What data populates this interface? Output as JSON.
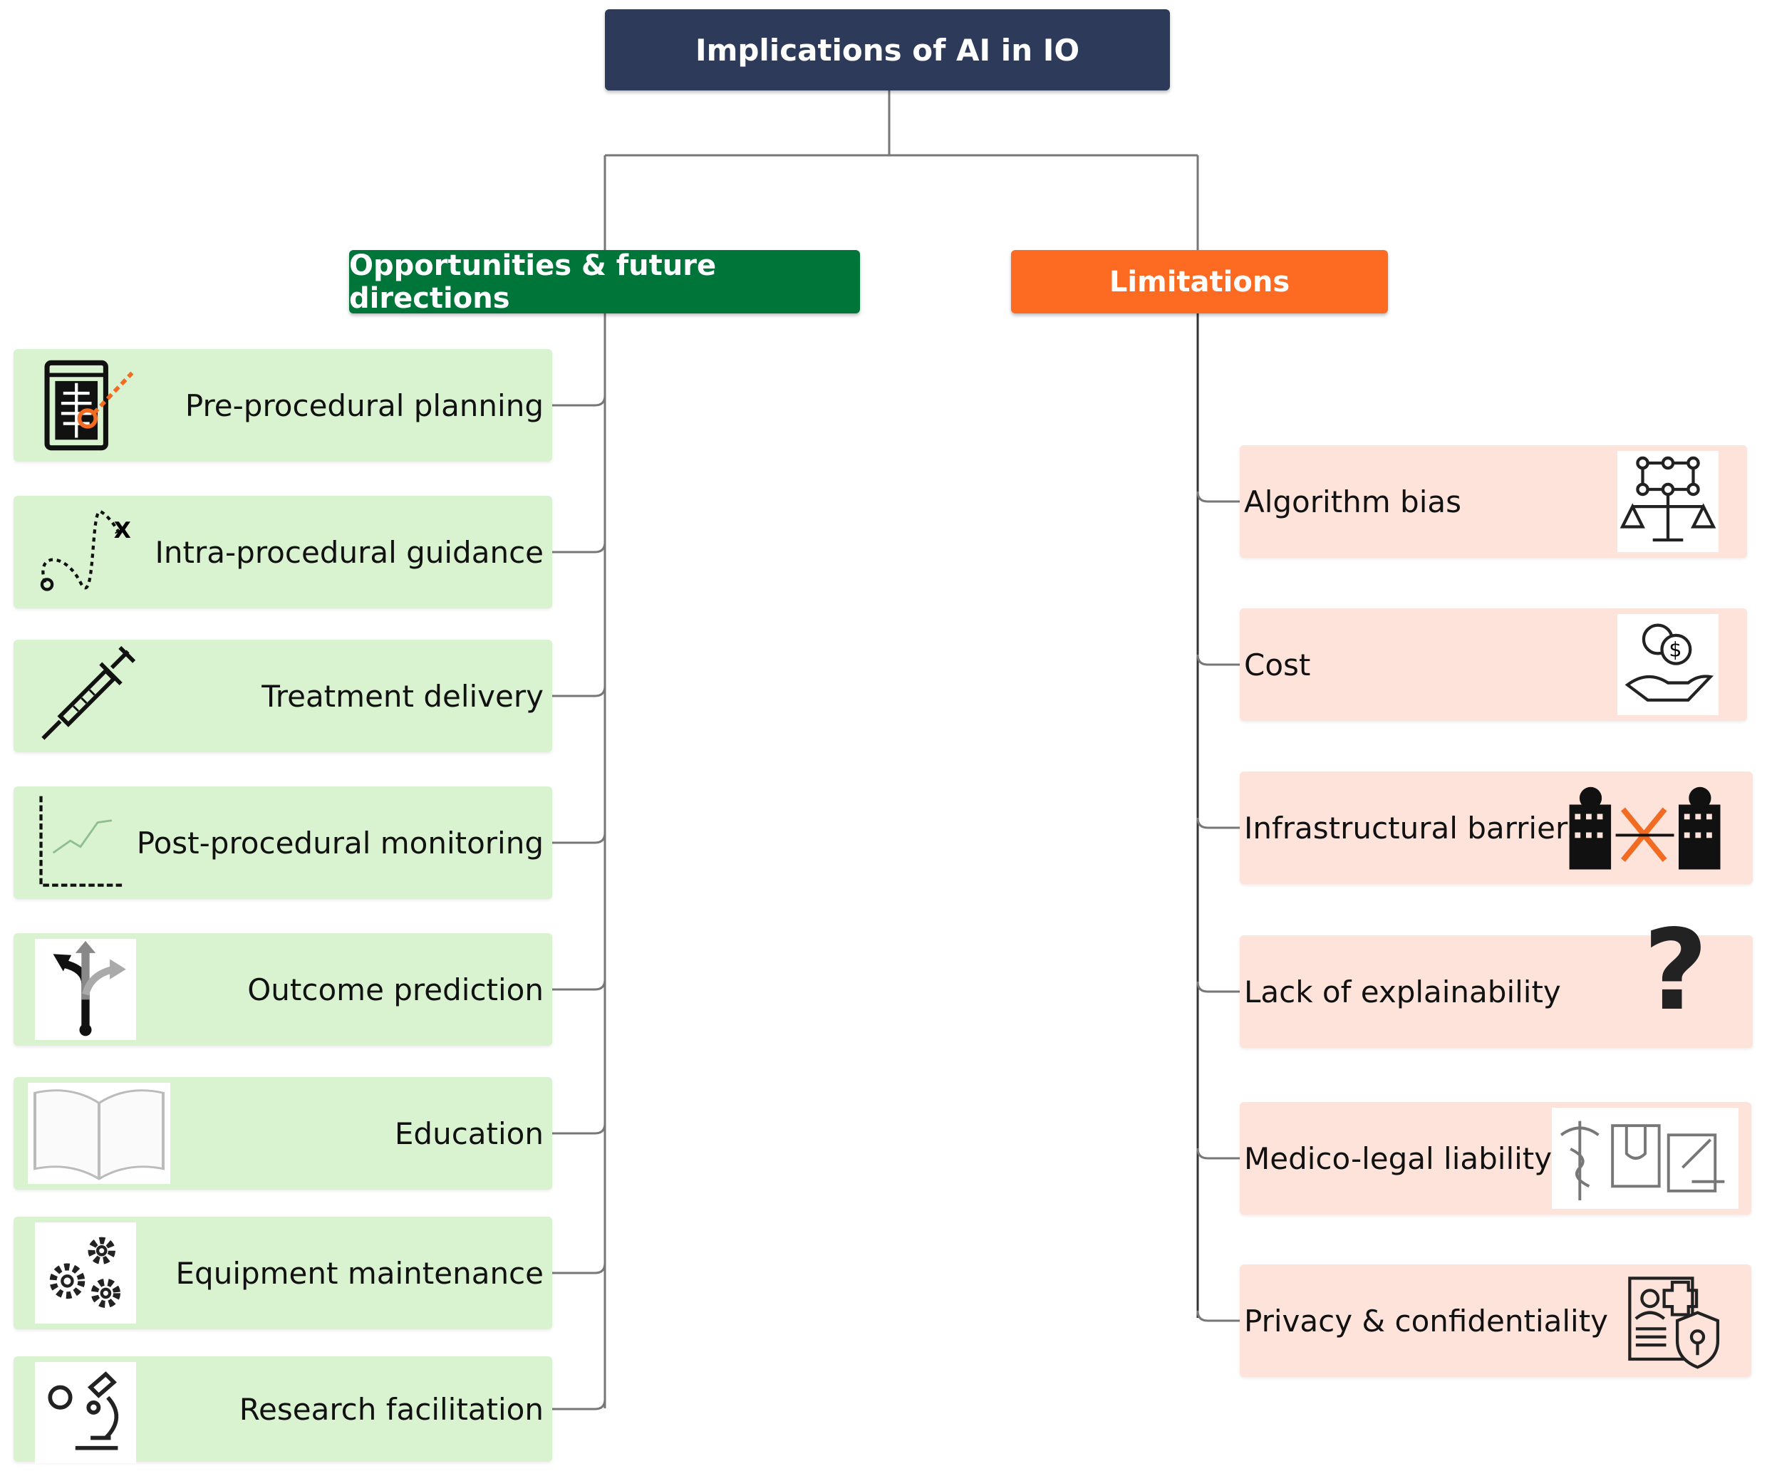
{
  "title": "Implications of AI in IO",
  "branches": {
    "opportunities": {
      "label": "Opportunities & future directions",
      "color": "#00753a",
      "items": [
        {
          "label": "Pre-procedural planning",
          "icon": "x-ray-monitor-icon"
        },
        {
          "label": "Intra-procedural guidance",
          "icon": "dotted-path-icon"
        },
        {
          "label": "Treatment delivery",
          "icon": "syringe-icon"
        },
        {
          "label": "Post-procedural monitoring",
          "icon": "line-chart-icon"
        },
        {
          "label": "Outcome prediction",
          "icon": "split-arrows-icon"
        },
        {
          "label": "Education",
          "icon": "open-book-icon"
        },
        {
          "label": "Equipment maintenance",
          "icon": "gears-icon"
        },
        {
          "label": "Research facilitation",
          "icon": "microscope-icon"
        }
      ]
    },
    "limitations": {
      "label": "Limitations",
      "color": "#fd6a22",
      "items": [
        {
          "label": "Algorithm bias",
          "icon": "network-scale-icon"
        },
        {
          "label": "Cost",
          "icon": "hand-coins-icon"
        },
        {
          "label": "Infrastructural barriers",
          "icon": "hospitals-blocked-icon"
        },
        {
          "label": "Lack of explainability",
          "icon": "question-mark-icon"
        },
        {
          "label": "Medico-legal liability",
          "icon": "caduceus-law-icon"
        },
        {
          "label": "Privacy & confidentiality",
          "icon": "id-shield-lock-icon"
        }
      ]
    }
  },
  "colors": {
    "title_bg": "#2e3a59",
    "opportunity_item_bg": "#d9f2d0",
    "limitation_item_bg": "#fde3da",
    "connector": "#777777"
  }
}
